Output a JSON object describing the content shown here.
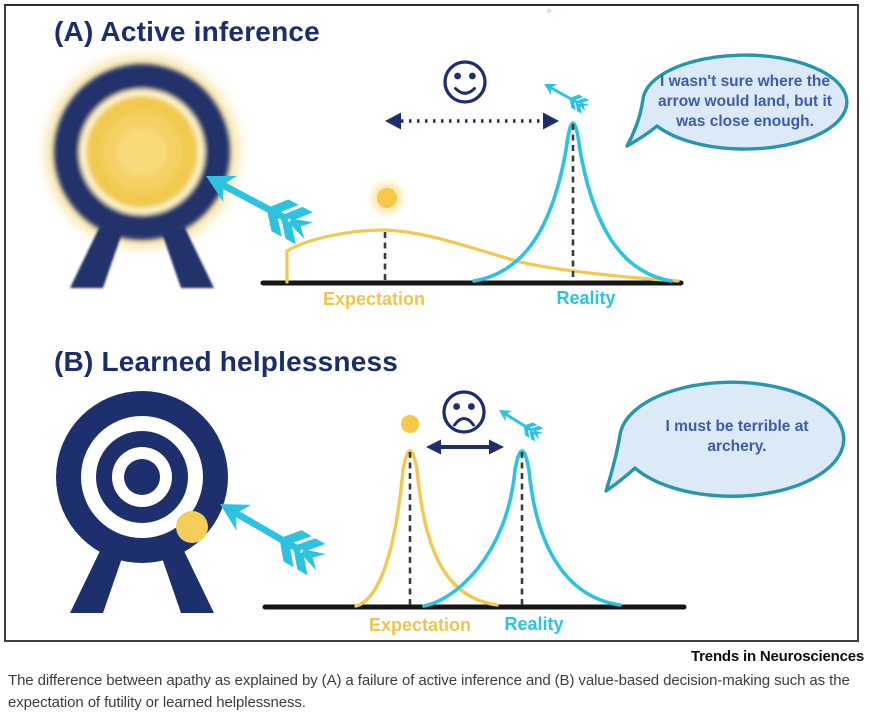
{
  "figure": {
    "panel_a": {
      "title": "(A) Active inference",
      "expectation_label": "Expectation",
      "reality_label": "Reality",
      "speech_bubble_text": "I wasn't sure where the arrow would land, but it was close enough."
    },
    "panel_b": {
      "title": "(B) Learned helplessness",
      "expectation_label": "Expectation",
      "reality_label": "Reality",
      "speech_bubble_text": "I must be terrible at archery."
    },
    "journal_name": "Trends in Neurosciences",
    "caption": "The difference between apathy as explained by (A) a failure of active inference and (B) value-based decision-making such as the expectation of futility or learned helplessness.",
    "colors": {
      "navy": "#1d2e6e",
      "cyan": "#2bc3e0",
      "yellow": "#f2c84e",
      "yellow_dot": "#f5c947",
      "bubble_fill": "#dce9f6",
      "bubble_border": "#2596ac",
      "bubble_text": "#3e5cab",
      "baseline": "#151515",
      "caption_text": "#3d3d3d"
    }
  }
}
